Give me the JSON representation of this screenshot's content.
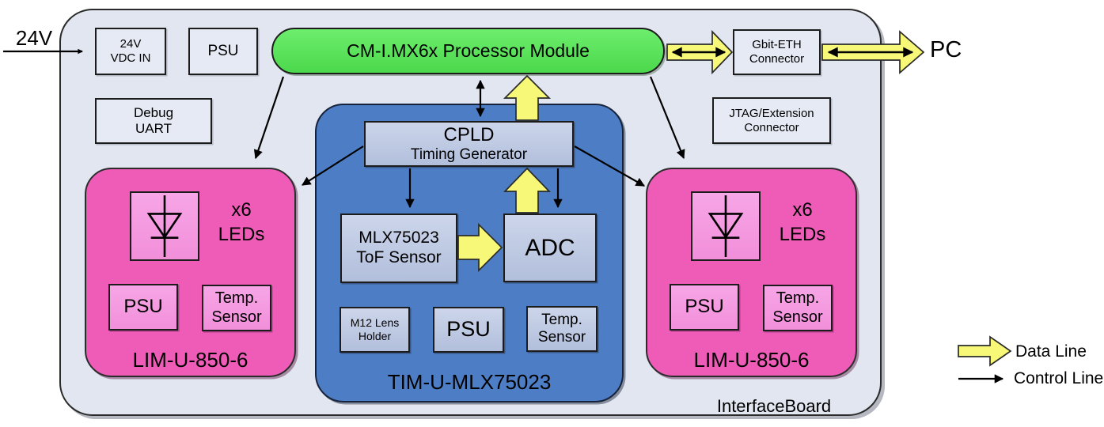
{
  "colors": {
    "board": "#e2e6f0",
    "box_light": "#e6eaf4",
    "module_blue": "#4d7ec5",
    "module_pink": "#ee5cb8",
    "box_pink": "#f59ae2",
    "processor_green": "#57e357",
    "data_yellow": "#f8f878",
    "line_black": "#000000"
  },
  "external": {
    "input_label": "24V",
    "pc_label": "PC"
  },
  "board": {
    "label": "InterfaceBoard",
    "vdc_in": {
      "line1": "24V",
      "line2": "VDC IN"
    },
    "psu": "PSU",
    "processor": "CM-I.MX6x Processor Module",
    "gbit_eth": {
      "line1": "Gbit-ETH",
      "line2": "Connector"
    },
    "debug_uart": {
      "line1": "Debug",
      "line2": "UART"
    },
    "jtag": {
      "line1": "JTAG/Extension",
      "line2": "Connector"
    }
  },
  "tim": {
    "label": "TIM-U-MLX75023",
    "cpld": {
      "line1": "CPLD",
      "line2": "Timing Generator"
    },
    "tof": {
      "line1": "MLX75023",
      "line2": "ToF Sensor"
    },
    "adc": "ADC",
    "m12": {
      "line1": "M12 Lens",
      "line2": "Holder"
    },
    "psu": "PSU",
    "temp": {
      "line1": "Temp.",
      "line2": "Sensor"
    }
  },
  "lim_left": {
    "label": "LIM-U-850-6",
    "leds": {
      "line1": "x6",
      "line2": "LEDs"
    },
    "psu": "PSU",
    "temp": {
      "line1": "Temp.",
      "line2": "Sensor"
    }
  },
  "lim_right": {
    "label": "LIM-U-850-6",
    "leds": {
      "line1": "x6",
      "line2": "LEDs"
    },
    "psu": "PSU",
    "temp": {
      "line1": "Temp.",
      "line2": "Sensor"
    }
  },
  "legend": {
    "data_line": "Data Line",
    "control_line": "Control Line"
  },
  "icons": {
    "data_line": "yellow-block-arrow",
    "control_line": "black-thin-arrow",
    "led": "led-diode-symbol"
  }
}
